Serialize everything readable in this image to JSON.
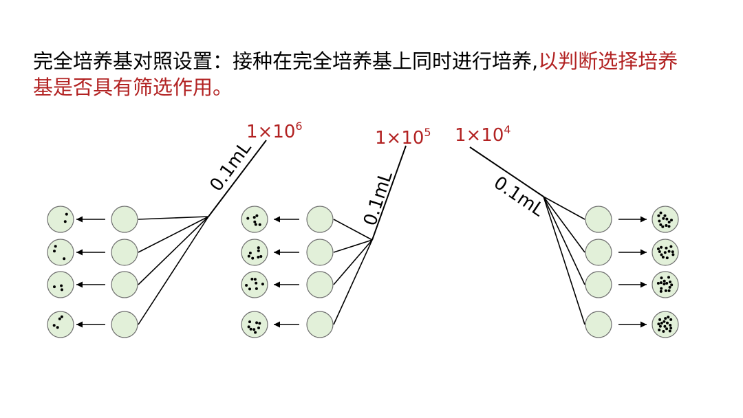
{
  "heading": {
    "black_part": "完全培养基对照设置：接种在完全培养基上同时进行培养,",
    "red_part": "以判断选择培养基是否具有筛选作用。"
  },
  "colors": {
    "accent_red": "#b22222",
    "plate_fill": "#e2f0d9",
    "line": "#000000"
  },
  "groups": [
    {
      "concentration_base": "1×10",
      "concentration_exp": "6",
      "volume": "0.1mL",
      "colony_counts": [
        2,
        3,
        3,
        4
      ]
    },
    {
      "concentration_base": "1×10",
      "concentration_exp": "5",
      "volume": "0.1mL",
      "colony_counts": [
        6,
        7,
        7,
        8
      ]
    },
    {
      "concentration_base": "1×10",
      "concentration_exp": "4",
      "volume": "0.1mL",
      "colony_counts": [
        12,
        12,
        14,
        16
      ]
    }
  ]
}
